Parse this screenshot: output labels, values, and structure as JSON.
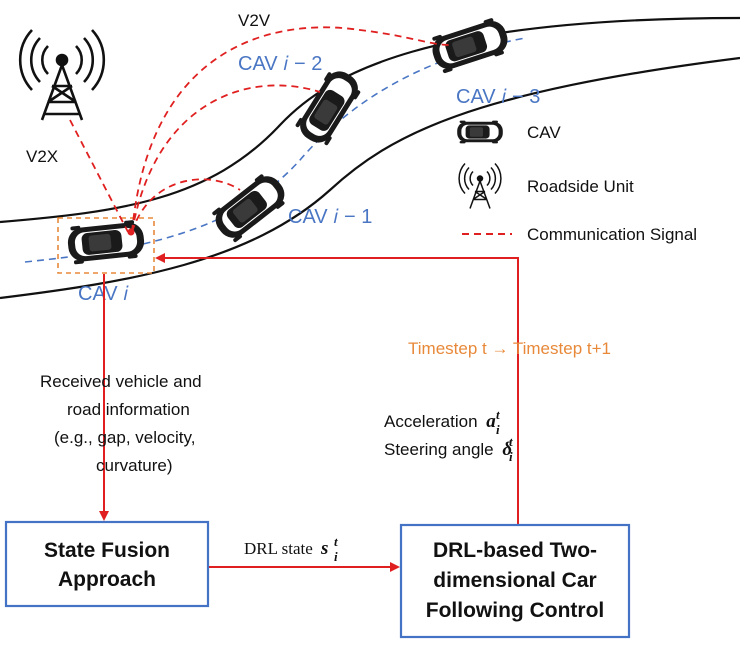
{
  "labels": {
    "v2v": "V2V",
    "v2x": "V2X",
    "cav_i": "CAV 𝑖",
    "cav_i_minus_1": "CAV 𝑖 − 1",
    "cav_i_minus_2": "CAV 𝑖 − 2",
    "cav_i_minus_3": "CAV 𝑖 − 3",
    "timestep": "Timestep t → Timestep t+1",
    "received_line1": "Received vehicle and",
    "received_line2": "road information",
    "received_line3": "(e.g., gap, velocity,",
    "received_line4": "curvature)",
    "acceleration": "Acceleration",
    "acceleration_symbol": "a",
    "steering": "Steering angle",
    "steering_symbol": "δ",
    "sub_i": "i",
    "sup_t": "t",
    "drl_state": "DRL state",
    "drl_state_symbol": "s"
  },
  "legend": {
    "cav": "CAV",
    "roadside_unit": "Roadside Unit",
    "communication_signal": "Communication Signal"
  },
  "boxes": {
    "state_fusion_line1": "State Fusion",
    "state_fusion_line2": "Approach",
    "drl_line1": "DRL-based Two-",
    "drl_line2": "dimensional Car",
    "drl_line3": "Following Control"
  },
  "colors": {
    "road": "#111111",
    "lane_center": "#4a76c4",
    "signal": "#e02020",
    "arrow": "#e02020",
    "box_border": "#4472c4",
    "label_blue": "#4a76c4",
    "label_orange": "#e8893a",
    "highlight": "#e8893a"
  }
}
